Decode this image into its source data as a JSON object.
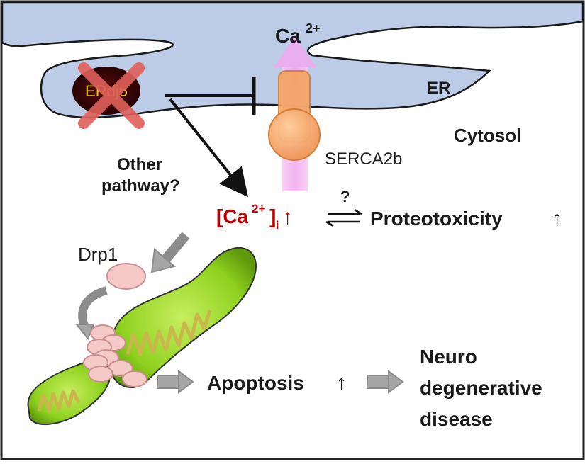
{
  "labels": {
    "ca_top": "Ca",
    "ca_top_sup": "2+",
    "er": "ER",
    "ero_label": "ERdj5",
    "cytosol": "Cytosol",
    "serca": "SERCA2b",
    "other_line1": "Other",
    "other_line2": "pathway?",
    "ca_i_open": "[Ca",
    "ca_i_sup": "2+",
    "ca_i_close": "]",
    "ca_i_sub": "i",
    "up_arrow": "↑",
    "question": "?",
    "proteotoxicity": "Proteotoxicity",
    "drp1": "Drp1",
    "apoptosis": "Apoptosis",
    "neuro_line1": "Neuro",
    "neuro_line2": "degenerative",
    "neuro_line3": "disease"
  },
  "colors": {
    "er_fill": "#bccbe6",
    "mito_green": "#8ed11e",
    "mito_inner": "#c9b74b",
    "drp1_pink": "#f6c9c9",
    "serca_orange": "#f4a460",
    "channel_pink": "#f3a8ef",
    "calcium_red": "#c00000",
    "arrow_gray": "#a6a6a6",
    "ero_dark": "#2b0000",
    "cross_red": "#e0605a"
  }
}
